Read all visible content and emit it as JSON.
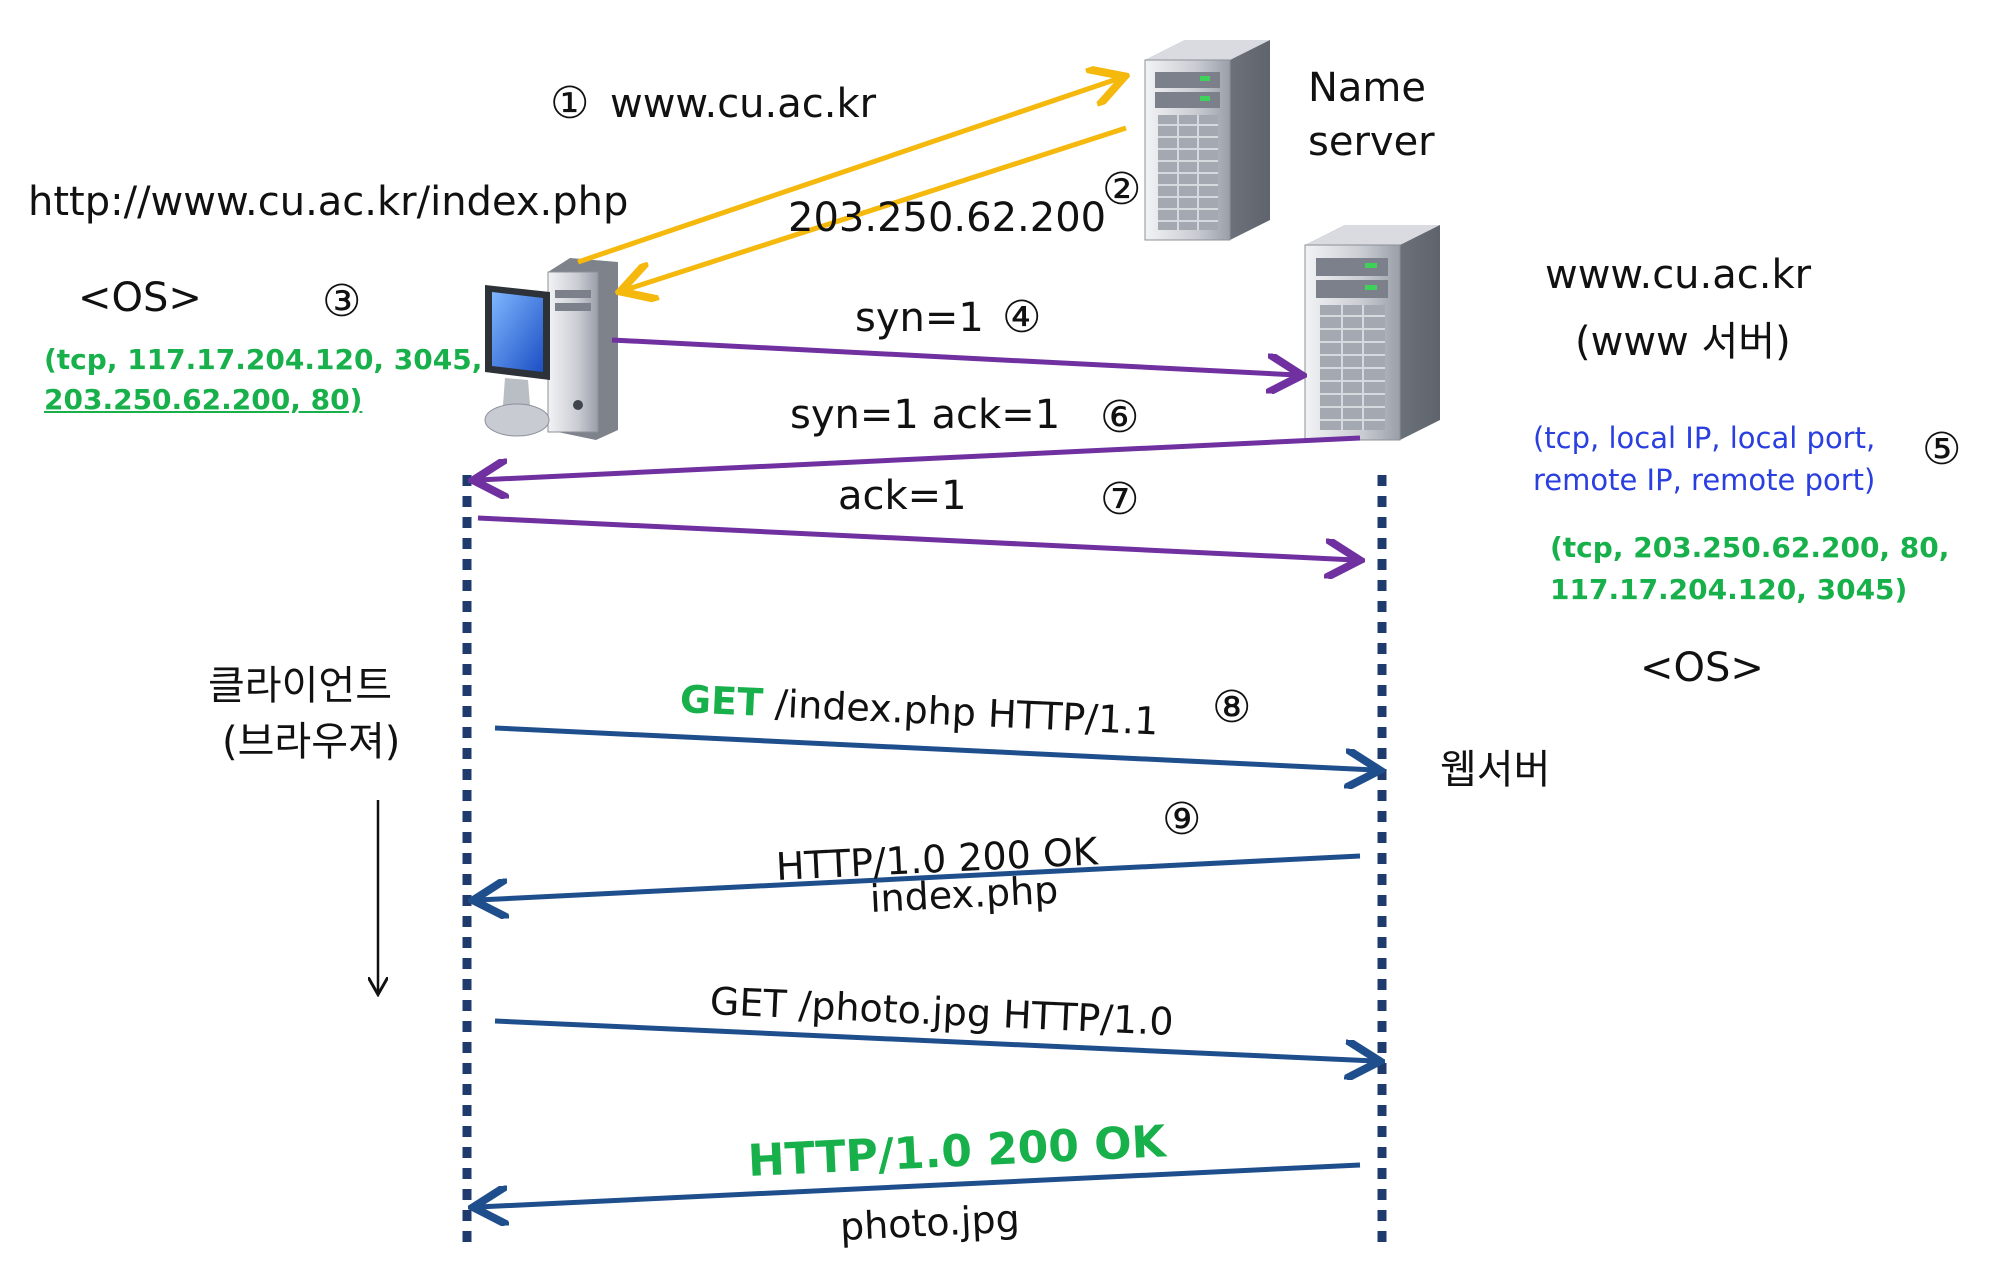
{
  "colors": {
    "dns_arrow": "#f5b80d",
    "tcp_arrow": "#7030a0",
    "http_arrow": "#1f4e8c",
    "lifeline": "#1f3b6e",
    "green_text": "#18b04b",
    "blue_text": "#2a3fe0"
  },
  "icons": {
    "client": "desktop-computer-icon",
    "name_server": "server-tower-icon",
    "web_server": "server-tower-icon"
  },
  "name_server": {
    "line1": "Name",
    "line2": "server"
  },
  "client": {
    "url": "http://www.cu.ac.kr/index.php",
    "os": "<OS>",
    "socket_line1": "(tcp, 117.17.204.120, 3045,",
    "socket_line2": "203.250.62.200, 80)",
    "role_line1": "클라이언트",
    "role_line2": "(브라우져)"
  },
  "web_server": {
    "host": "www.cu.ac.kr",
    "desc": "(www  서버)",
    "socket_template_line1": "(tcp, local IP, local port,",
    "socket_template_line2": "remote IP, remote port)",
    "socket_line1": "(tcp, 203.250.62.200, 80,",
    "socket_line2": "117.17.204.120, 3045)",
    "os": "<OS>",
    "role": "웹서버"
  },
  "steps": {
    "s1": "①",
    "s2": "②",
    "s3": "③",
    "s4": "④",
    "s5": "⑤",
    "s6": "⑥",
    "s7": "⑦",
    "s8": "⑧",
    "s9": "⑨"
  },
  "messages": {
    "dns_query": "www.cu.ac.kr",
    "dns_reply": "203.250.62.200",
    "syn": "syn=1",
    "syn_ack": "syn=1  ack=1",
    "ack": "ack=1",
    "get1_method": "GET",
    "get1_rest": " /index.php  HTTP/1.1",
    "resp1_status": "HTTP/1.0  200  OK",
    "resp1_body": "index.php",
    "get2": "GET  /photo.jpg  HTTP/1.0",
    "resp2_status": "HTTP/1.0  200  OK",
    "resp2_body": "photo.jpg"
  }
}
